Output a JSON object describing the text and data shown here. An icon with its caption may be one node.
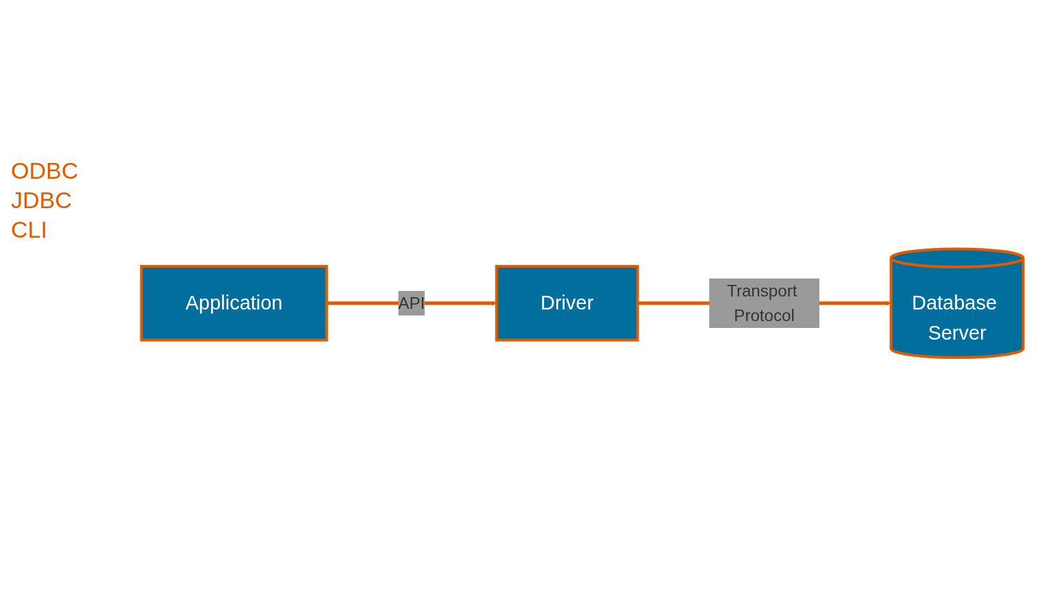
{
  "diagram": {
    "nodes": [
      {
        "text": [
          "Application"
        ]
      },
      {
        "text": [
          "Driver"
        ]
      },
      {
        "text": [
          "Database Server"
        ]
      }
    ],
    "edges": [
      {
        "from": 0,
        "to": 1,
        "arrow": "to",
        "label": "API"
      },
      {
        "from": 1,
        "to": 2,
        "arrow": "to",
        "label": "Transport Protocol"
      }
    ],
    "labels": [
      "ODBC",
      "JDBC",
      "CLI"
    ]
  }
}
